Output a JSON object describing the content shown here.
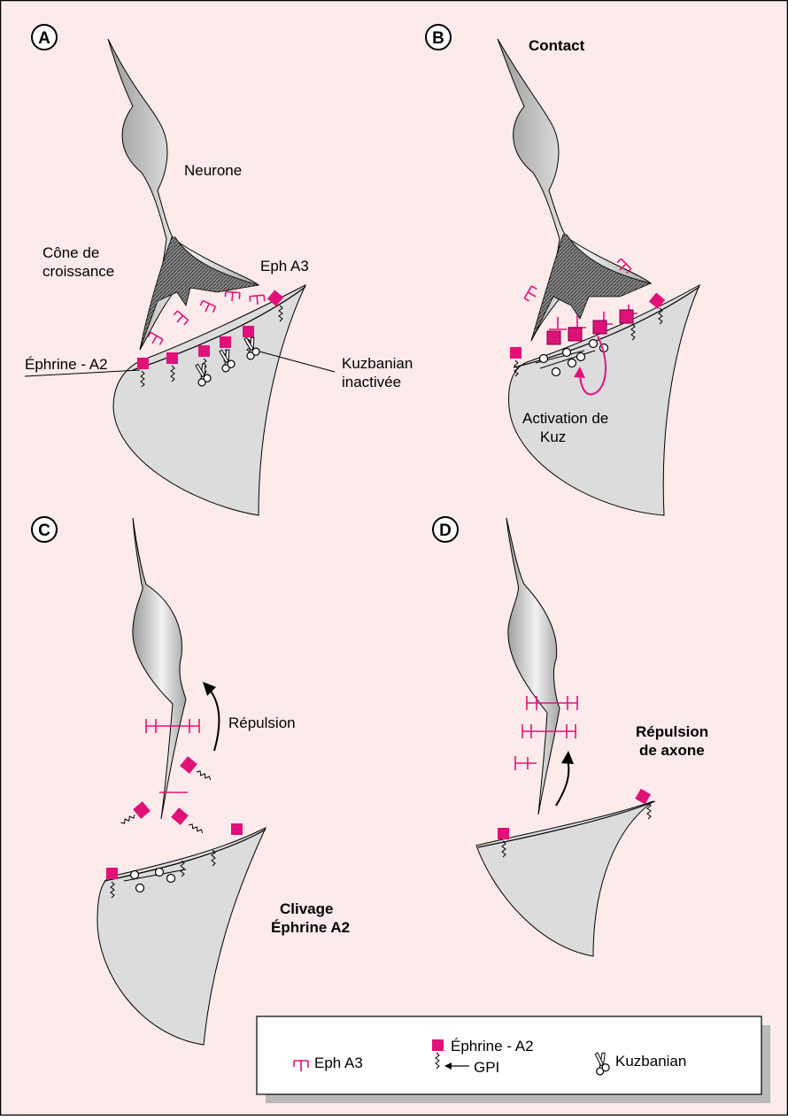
{
  "colors": {
    "background": "#fdeaea",
    "tissue": "#dcdcdc",
    "magenta": "#e0127a",
    "border": "#000000"
  },
  "panels": [
    {
      "letter": "A",
      "title": ""
    },
    {
      "letter": "B",
      "title": "Contact"
    },
    {
      "letter": "C",
      "title": ""
    },
    {
      "letter": "D",
      "title": ""
    }
  ],
  "labels": {
    "neurone": "Neurone",
    "cone_line1": "Cône de",
    "cone_line2": "croissance",
    "eph_a3": "Eph A3",
    "ephrine_a2": "Éphrine - A2",
    "kuzbanian_line1": "Kuzbanian",
    "kuzbanian_line2": "inactivée",
    "activation_line1": "Activation de",
    "activation_line2": "Kuz",
    "repulsion": "Répulsion",
    "clivage_line1": "Clivage",
    "clivage_line2": "Éphrine A2",
    "repulsion_axone_line1": "Répulsion",
    "repulsion_axone_line2": "de axone"
  },
  "legend": {
    "items": [
      {
        "icon": "eph-a3-receptor-icon",
        "label": "Eph A3"
      },
      {
        "icon": "ephrine-a2-icon",
        "label": "Éphrine - A2"
      },
      {
        "icon": "gpi-anchor-icon",
        "label": "GPI"
      },
      {
        "icon": "kuzbanian-icon",
        "label": "Kuzbanian"
      }
    ]
  }
}
